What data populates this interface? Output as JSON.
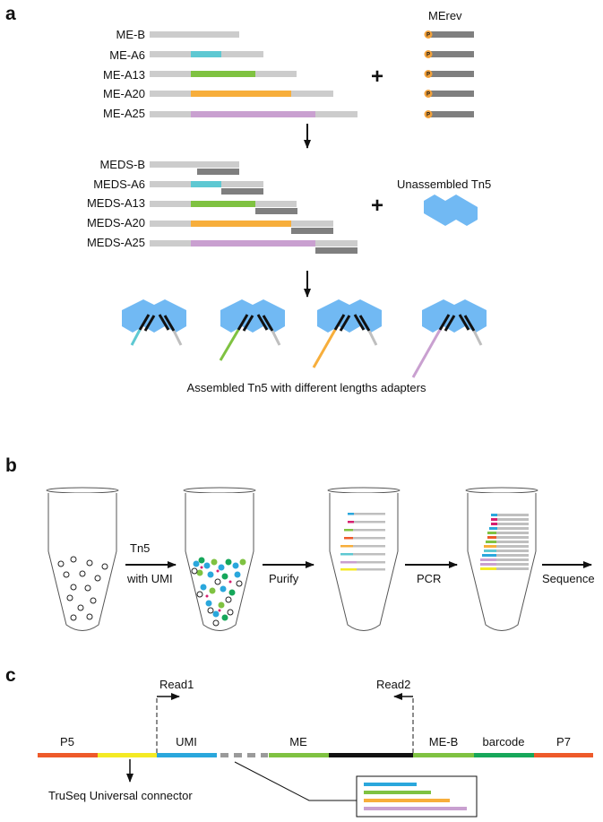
{
  "panels": {
    "a": "a",
    "b": "b",
    "c": "c"
  },
  "colors": {
    "grey": "#cccccc",
    "dark_grey": "#7f7f7f",
    "cyan": "#5ec8d2",
    "green": "#7fc241",
    "orange": "#f7ae3b",
    "purple": "#c9a0d0",
    "tn5_blue": "#71b9f3",
    "p5_red": "#ee5a2a",
    "yellow": "#f4ea24",
    "umi_blue": "#2aa7dc",
    "me_green": "#7fc241",
    "barcode_green": "#16a75a",
    "p7_red": "#ee5a2a",
    "phosphate_orange": "#f2a13a"
  },
  "panel_a": {
    "me_adapters": [
      {
        "label": "ME-B",
        "insert": 0,
        "color_key": "grey"
      },
      {
        "label": "ME-A6",
        "insert": 6,
        "color_key": "cyan"
      },
      {
        "label": "ME-A13",
        "insert": 13,
        "color_key": "green"
      },
      {
        "label": "ME-A20",
        "insert": 20,
        "color_key": "orange"
      },
      {
        "label": "ME-A25",
        "insert": 25,
        "color_key": "purple"
      }
    ],
    "merev_label": "MErev",
    "phosphate_label": "P",
    "meds_adapters": [
      {
        "label": "MEDS-B",
        "insert": 0,
        "color_key": "grey"
      },
      {
        "label": "MEDS-A6",
        "insert": 6,
        "color_key": "cyan"
      },
      {
        "label": "MEDS-A13",
        "insert": 13,
        "color_key": "green"
      },
      {
        "label": "MEDS-A20",
        "insert": 20,
        "color_key": "orange"
      },
      {
        "label": "MEDS-A25",
        "insert": 25,
        "color_key": "purple"
      }
    ],
    "plus_sign": "+",
    "unassembled_label": "Unassembled Tn5",
    "assembled_caption": "Assembled Tn5 with different lengths adapters",
    "assembled_complexes": [
      {
        "adapter": "A6",
        "color_key": "cyan",
        "tail": 6
      },
      {
        "adapter": "A13",
        "color_key": "green",
        "tail": 13
      },
      {
        "adapter": "A20",
        "color_key": "orange",
        "tail": 20
      },
      {
        "adapter": "A25",
        "color_key": "purple",
        "tail": 25
      }
    ]
  },
  "panel_b": {
    "step_labels": [
      [
        "Tn5",
        "with UMI"
      ],
      [
        "Purify"
      ],
      [
        "PCR"
      ],
      [
        "Sequence"
      ]
    ]
  },
  "panel_c": {
    "segments": [
      {
        "label": "P5",
        "color_key": "p5_red"
      },
      {
        "label": "",
        "color_key": "yellow"
      },
      {
        "label": "UMI",
        "color_key": "umi_blue"
      },
      {
        "label": "",
        "color_key": "grey_dashed"
      },
      {
        "label": "ME",
        "color_key": "me_green"
      },
      {
        "label": "",
        "color_key": "black"
      },
      {
        "label": "ME-B",
        "color_key": "me_green"
      },
      {
        "label": "barcode",
        "color_key": "barcode_green"
      },
      {
        "label": "P7",
        "color_key": "p7_red"
      }
    ],
    "read1": "Read1",
    "read2": "Read2",
    "connector_label": "TruSeq Universal connector",
    "inset_bars": [
      "umi_blue",
      "me_green",
      "orange",
      "purple"
    ]
  }
}
